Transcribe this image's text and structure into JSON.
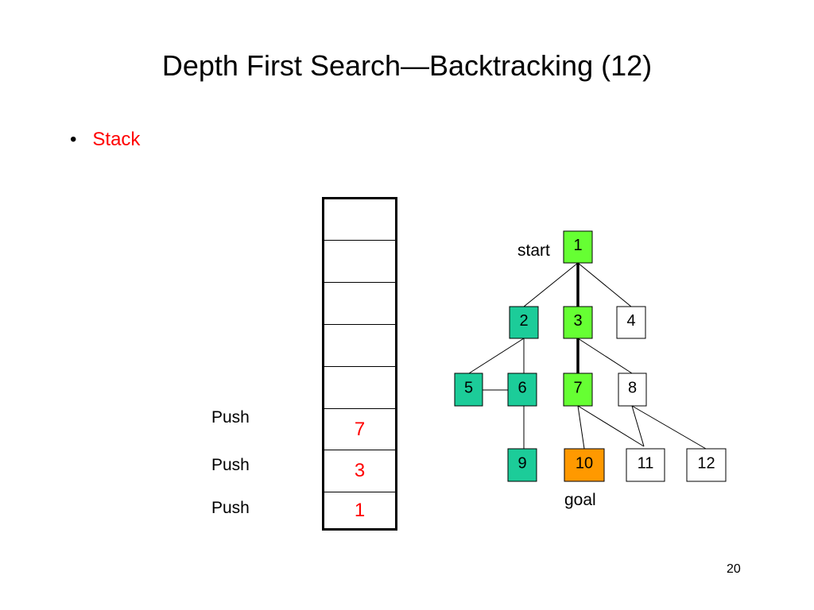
{
  "title": "Depth First Search—Backtracking (12)",
  "bullet": {
    "symbol": "•",
    "text": "Stack"
  },
  "stack": {
    "push_label": "Push",
    "cells": [
      "",
      "",
      "",
      "",
      "",
      "7",
      "3",
      "1"
    ]
  },
  "tree": {
    "start_label": "start",
    "goal_label": "goal",
    "nodes": [
      {
        "id": "1",
        "fill": "#66ff33"
      },
      {
        "id": "2",
        "fill": "#1ccc99"
      },
      {
        "id": "3",
        "fill": "#66ff33"
      },
      {
        "id": "4",
        "fill": "#ffffff"
      },
      {
        "id": "5",
        "fill": "#1ccc99"
      },
      {
        "id": "6",
        "fill": "#1ccc99"
      },
      {
        "id": "7",
        "fill": "#66ff33"
      },
      {
        "id": "8",
        "fill": "#ffffff"
      },
      {
        "id": "9",
        "fill": "#1ccc99"
      },
      {
        "id": "10",
        "fill": "#ff9900"
      },
      {
        "id": "11",
        "fill": "#ffffff"
      },
      {
        "id": "12",
        "fill": "#ffffff"
      }
    ],
    "edges": [
      {
        "from": "1",
        "to": "2",
        "bold": false
      },
      {
        "from": "1",
        "to": "3",
        "bold": true
      },
      {
        "from": "1",
        "to": "4",
        "bold": false
      },
      {
        "from": "2",
        "to": "5",
        "bold": false
      },
      {
        "from": "2",
        "to": "6",
        "bold": false
      },
      {
        "from": "5",
        "to": "6",
        "bold": false
      },
      {
        "from": "3",
        "to": "7",
        "bold": true
      },
      {
        "from": "3",
        "to": "8",
        "bold": false
      },
      {
        "from": "6",
        "to": "9",
        "bold": false
      },
      {
        "from": "7",
        "to": "10",
        "bold": false
      },
      {
        "from": "7",
        "to": "11",
        "bold": false
      },
      {
        "from": "8",
        "to": "11",
        "bold": false
      },
      {
        "from": "8",
        "to": "12",
        "bold": false
      }
    ]
  },
  "page_number": "20"
}
